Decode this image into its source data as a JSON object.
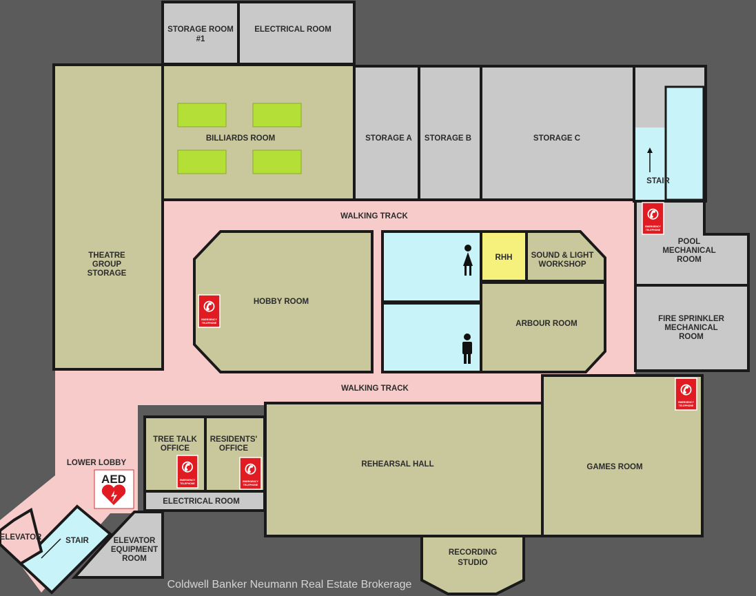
{
  "rooms": {
    "storage_room_1": [
      "STORAGE ROOM",
      "#1"
    ],
    "electrical_room_top": "ELECTRICAL ROOM",
    "theatre_group_storage": [
      "THEATRE",
      "GROUP",
      "STORAGE"
    ],
    "billiards_room": "BILLIARDS ROOM",
    "storage_a": "STORAGE A",
    "storage_b": "STORAGE B",
    "storage_c": "STORAGE C",
    "stair_top": "STAIR",
    "walking_track_top": "WALKING TRACK",
    "walking_track_bottom": "WALKING TRACK",
    "pool_mechanical_room": [
      "POOL",
      "MECHANICAL",
      "ROOM"
    ],
    "fire_sprinkler_room": [
      "FIRE SPRINKLER",
      "MECHANICAL",
      "ROOM"
    ],
    "hobby_room": "HOBBY ROOM",
    "rhh": "RHH",
    "sound_light_workshop": [
      "SOUND & LIGHT",
      "WORKSHOP"
    ],
    "arbour_room": "ARBOUR ROOM",
    "tree_talk_office": [
      "TREE TALK",
      "OFFICE"
    ],
    "residents_office": [
      "RESIDENTS'",
      "OFFICE"
    ],
    "electrical_room_bottom": "ELECTRICAL ROOM",
    "rehearsal_hall": "REHEARSAL HALL",
    "games_room": "GAMES ROOM",
    "recording_studio": [
      "RECORDING",
      "STUDIO"
    ],
    "lower_lobby": "LOWER LOBBY",
    "elevator": "ELEVATOR",
    "stair_bottom": "STAIR",
    "elevator_equipment_room": [
      "ELEVATOR",
      "EQUIPMENT",
      "ROOM"
    ]
  },
  "signs": {
    "aed": "AED",
    "emergency_telephone": [
      "EMERGENCY",
      "TELEPHONE"
    ]
  },
  "watermark": "Coldwell Banker Neumann Real Estate Brokerage",
  "colors": {
    "room": "#c9c89c",
    "corridor": "#f8cbcb",
    "service": "#c9c9c9",
    "washroom": "#c8f3f8",
    "rhh": "#f6f07c",
    "table": "#b3df36",
    "alert": "#e11b22"
  }
}
